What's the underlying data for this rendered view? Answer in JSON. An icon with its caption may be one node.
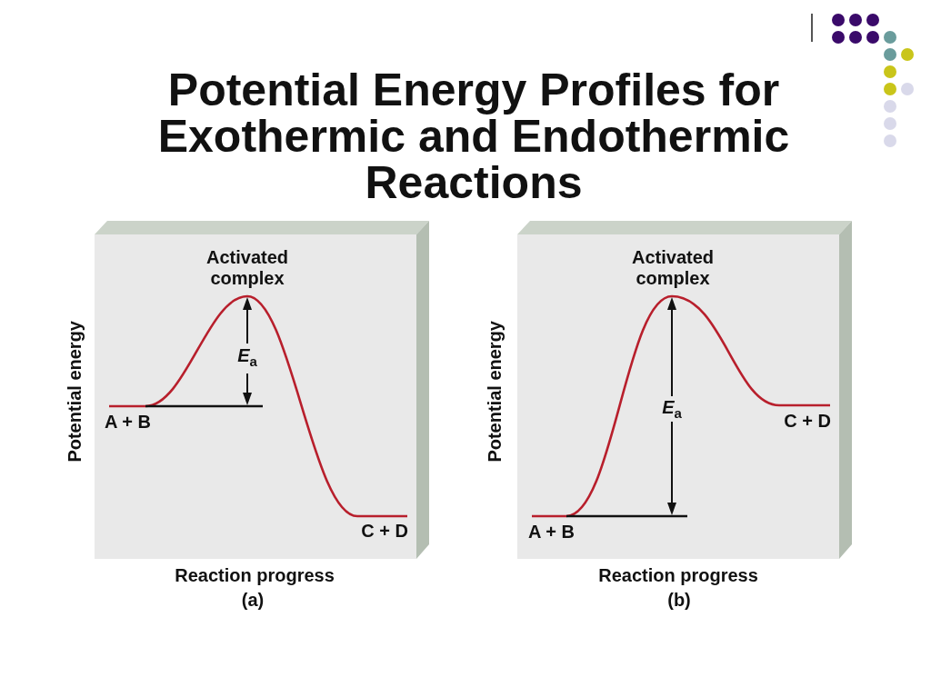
{
  "diagram": {
    "title": "Potential Energy Profiles for Exothermic and Endothermic Reactions",
    "nodes": [
      {
        "text": [
          "Activated complex",
          "*E*$_{a}$",
          "A + B",
          "C + D"
        ],
        "beside": [
          "Potential energy",
          "Reaction progress",
          "(a)"
        ]
      },
      {
        "text": [
          "Activated complex",
          "*E*$_{a}$",
          "C + D",
          "A + B"
        ],
        "beside": [
          "Potential energy",
          "Reaction progress",
          "(b)"
        ]
      }
    ]
  }
}
